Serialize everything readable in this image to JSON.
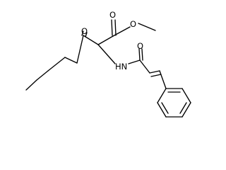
{
  "molecule": {
    "atom_labels": {
      "ester_carbonyl_oxygen": "O",
      "ester_ether_oxygen": "O",
      "ketone_oxygen": "O",
      "amide_nitrogen": "HN",
      "amide_oxygen": "O"
    }
  },
  "colors": {
    "bond": "#000000",
    "label": "#000000",
    "background": "#ffffff"
  }
}
